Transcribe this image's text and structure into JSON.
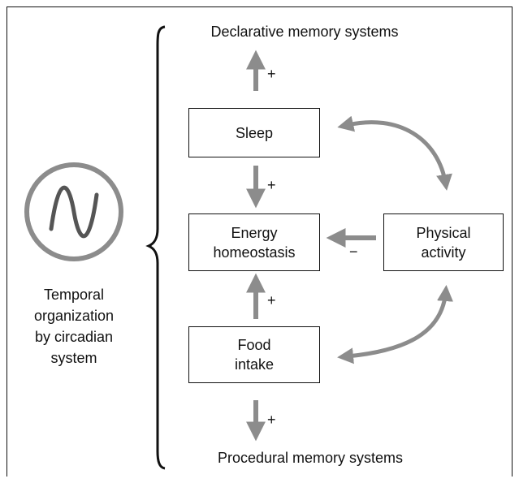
{
  "top_label": "Declarative memory systems",
  "bottom_label": "Procedural memory systems",
  "circadian_label": "Temporal\norganization\nby circadian\nsystem",
  "boxes": {
    "sleep": "Sleep",
    "energy": "Energy\nhomeostasis",
    "food": "Food\nintake",
    "activity": "Physical\nactivity"
  },
  "signs": {
    "top_plus": "+",
    "sleep_energy_plus": "+",
    "food_energy_plus": "+",
    "bottom_plus": "+",
    "activity_minus": "−"
  },
  "colors": {
    "arrow": "#8c8c8c",
    "line": "#111111",
    "oscillator_ring": "#8c8c8c",
    "oscillator_wave": "#555555"
  },
  "icons": {
    "oscillator": "circadian-oscillator-icon",
    "brace": "left-brace-icon"
  }
}
